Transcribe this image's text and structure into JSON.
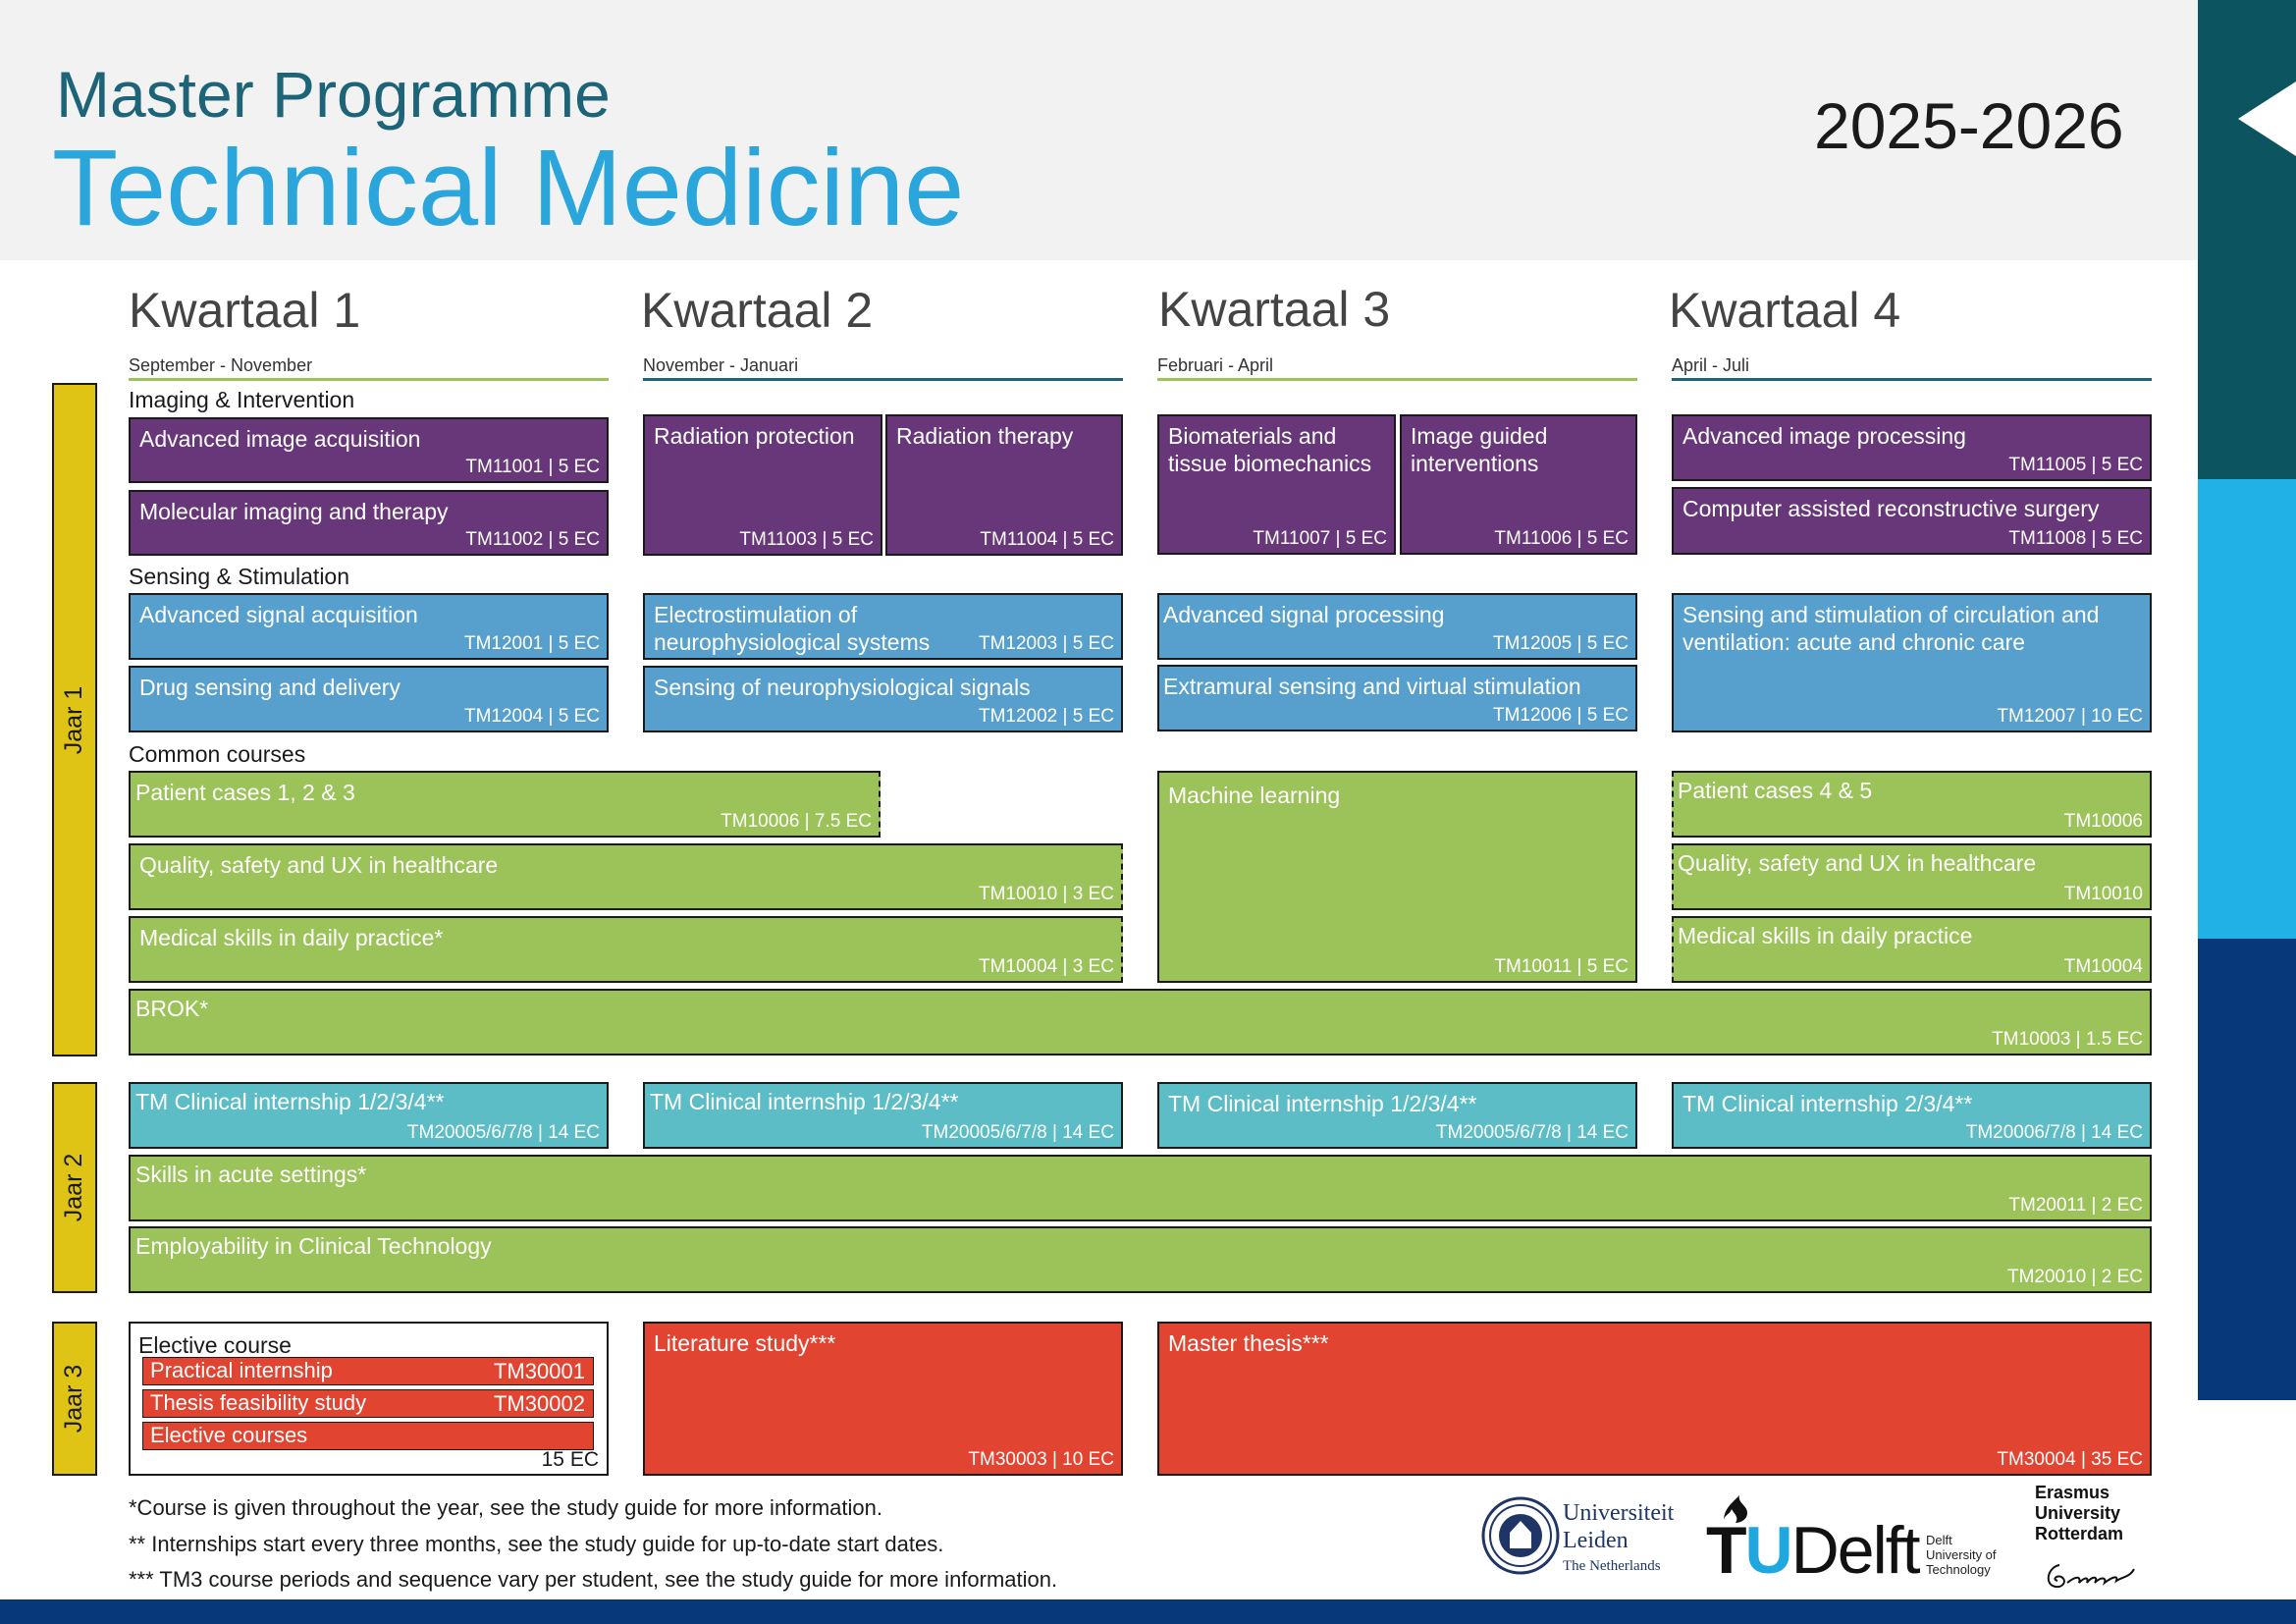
{
  "header": {
    "title_small": "Master Programme",
    "title_big": "Technical Medicine",
    "year": "2025-2026"
  },
  "colors": {
    "title_small": "#1d6478",
    "title_big": "#2aa6dc",
    "side_dark_teal": "#0b5460",
    "side_light_blue": "#21b1e6",
    "side_navy": "#06387a",
    "bottom_bar": "#06387a",
    "year_bars": "#dfc416",
    "purple": "#673779",
    "blue": "#579fcc",
    "green": "#9cc25a",
    "teal": "#5cbdc7",
    "red": "#e14430",
    "quarter_line_green": "#9cc25a",
    "quarter_line_blue": "#1d6478"
  },
  "quarters": [
    {
      "title": "Kwartaal 1",
      "months": "September - November"
    },
    {
      "title": "Kwartaal 2",
      "months": "November - Januari"
    },
    {
      "title": "Kwartaal 3",
      "months": "Februari - April"
    },
    {
      "title": "Kwartaal 4",
      "months": "April - Juli"
    }
  ],
  "years": [
    "Jaar 1",
    "Jaar 2",
    "Jaar 3"
  ],
  "sections": {
    "imaging": "Imaging & Intervention",
    "sensing": "Sensing & Stimulation",
    "common": "Common courses"
  },
  "courses": {
    "c01": {
      "title": "Advanced image acquisition",
      "code": "TM11001 | 5 EC"
    },
    "c02": {
      "title": "Molecular imaging and therapy",
      "code": "TM11002 | 5 EC"
    },
    "c03": {
      "title": "Radiation protection",
      "code": "TM11003 | 5 EC"
    },
    "c04": {
      "title": "Radiation therapy",
      "code": "TM11004 | 5 EC"
    },
    "c05": {
      "title": "Biomaterials and tissue biomechanics",
      "code": "TM11007 | 5 EC"
    },
    "c06": {
      "title": "Image guided interventions",
      "code": "TM11006 | 5 EC"
    },
    "c07": {
      "title": "Advanced image processing",
      "code": "TM11005 | 5 EC"
    },
    "c08": {
      "title": "Computer assisted reconstructive surgery",
      "code": "TM11008 | 5 EC"
    },
    "c09": {
      "title": "Advanced signal acquisition",
      "code": "TM12001 | 5 EC"
    },
    "c10": {
      "title": "Drug sensing and delivery",
      "code": "TM12004 | 5 EC"
    },
    "c11": {
      "title": "Electrostimulation of neurophysiological systems",
      "code": "TM12003 | 5 EC"
    },
    "c12": {
      "title": "Sensing of neurophysiological signals",
      "code": "TM12002 | 5 EC"
    },
    "c13": {
      "title": "Advanced signal processing",
      "code": "TM12005 | 5 EC"
    },
    "c14": {
      "title": "Extramural sensing and virtual stimulation",
      "code": "TM12006 | 5 EC"
    },
    "c15": {
      "title": "Sensing and stimulation of circulation and ventilation: acute and chronic care",
      "code": "TM12007 | 10 EC"
    },
    "c16": {
      "title": "Patient cases 1, 2 & 3",
      "code": "TM10006 | 7.5 EC"
    },
    "c17": {
      "title": "Quality, safety and UX in healthcare",
      "code": "TM10010 | 3 EC"
    },
    "c18": {
      "title": "Medical skills in daily practice*",
      "code": "TM10004 | 3 EC"
    },
    "c19": {
      "title": "Machine learning",
      "code": "TM10011 | 5 EC"
    },
    "c20": {
      "title": "Patient cases 4 & 5",
      "code": "TM10006"
    },
    "c21": {
      "title": "Quality, safety and UX in healthcare",
      "code": "TM10010"
    },
    "c22": {
      "title": "Medical skills in daily practice",
      "code": "TM10004"
    },
    "c23": {
      "title": "BROK*",
      "code": "TM10003 | 1.5 EC"
    },
    "c24": {
      "title": "TM Clinical internship 1/2/3/4**",
      "code": "TM20005/6/7/8 | 14 EC"
    },
    "c25": {
      "title": "TM Clinical internship 1/2/3/4**",
      "code": "TM20005/6/7/8 | 14 EC"
    },
    "c26": {
      "title": "TM Clinical internship 1/2/3/4**",
      "code": "TM20005/6/7/8 | 14 EC"
    },
    "c27": {
      "title": "TM Clinical internship 2/3/4**",
      "code": "TM20006/7/8 | 14 EC"
    },
    "c28": {
      "title": "Skills in acute settings*",
      "code": "TM20011 | 2 EC"
    },
    "c29": {
      "title": "Employability in Clinical Technology",
      "code": "TM20010 | 2 EC"
    },
    "c30": {
      "title": "Literature study***",
      "code": "TM30003 | 10 EC"
    },
    "c31": {
      "title": "Master thesis***",
      "code": "TM30004 | 35 EC"
    }
  },
  "elective": {
    "title": "Elective course",
    "items": [
      {
        "name": "Practical internship",
        "code": "TM30001"
      },
      {
        "name": "Thesis feasibility study",
        "code": "TM30002"
      },
      {
        "name": "Elective courses",
        "code": ""
      }
    ],
    "ec": "15 EC"
  },
  "footnotes": [
    "*Course is given throughout the year, see the study guide for more information.",
    "** Internships start every three months, see the study guide for up-to-date start dates.",
    "*** TM3 course periods and sequence vary per student, see the study guide for more information."
  ],
  "logos": {
    "leiden": {
      "line1": "Universiteit",
      "line2": "Leiden",
      "line3": "The Netherlands"
    },
    "delft": {
      "mark": "TUDelft",
      "line1": "Delft",
      "line2": "University of",
      "line3": "Technology"
    },
    "erasmus": {
      "line1": "Erasmus",
      "line2": "University",
      "line3": "Rotterdam"
    }
  }
}
